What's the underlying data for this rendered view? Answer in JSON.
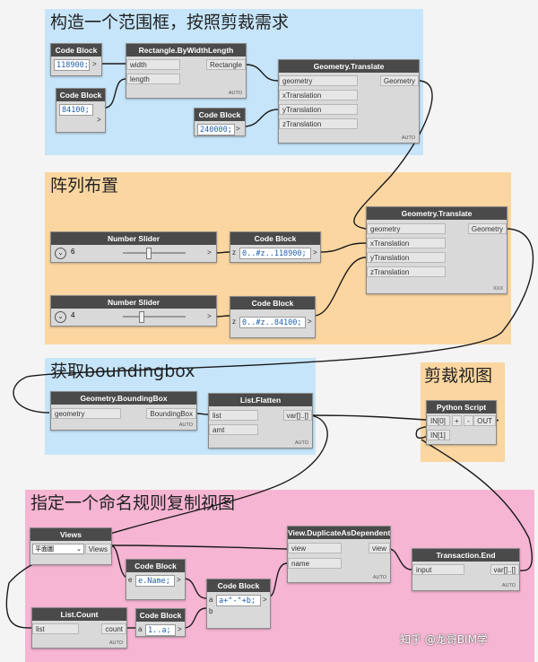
{
  "groups": {
    "g1": "构造一个范围框，按照剪裁需求",
    "g2": "阵列布置",
    "g3": "获取boundingbox",
    "g4": "剪裁视图",
    "g5": "指定一个命名规则复制视图"
  },
  "colors": {
    "blue": "#c6e5fa",
    "orange": "#fbd6a1",
    "pink": "#f6b5d3",
    "header": "#4a4a4a",
    "code": "#1f5fae"
  },
  "nodes": {
    "cb1": {
      "title": "Code Block",
      "code": "118900;"
    },
    "cb2": {
      "title": "Code Block",
      "code": "84100;"
    },
    "rect": {
      "title": "Rectangle.ByWidthLength",
      "in1": "width",
      "in2": "length",
      "out": "Rectangle",
      "badge": "AUTO"
    },
    "cb3": {
      "title": "Code Block",
      "code": "240000;"
    },
    "gt1": {
      "title": "Geometry.Translate",
      "in1": "geometry",
      "in2": "xTranslation",
      "in3": "yTranslation",
      "in4": "zTranslation",
      "out": "Geometry",
      "badge": "AUTO"
    },
    "ns1": {
      "title": "Number Slider",
      "value": "6"
    },
    "cb4": {
      "title": "Code Block",
      "code": "0..#z..118900;",
      "port": "z"
    },
    "ns2": {
      "title": "Number Slider",
      "value": "4"
    },
    "cb5": {
      "title": "Code Block",
      "code": "0..#z..84100;",
      "port": "z"
    },
    "gt2": {
      "title": "Geometry.Translate",
      "in1": "geometry",
      "in2": "xTranslation",
      "in3": "yTranslation",
      "in4": "zTranslation",
      "out": "Geometry",
      "badge": "XXX"
    },
    "bb": {
      "title": "Geometry.BoundingBox",
      "in1": "geometry",
      "out": "BoundingBox",
      "badge": "AUTO"
    },
    "lf": {
      "title": "List.Flatten",
      "in1": "list",
      "in2": "amt",
      "out": "var[]..[]",
      "badge": "AUTO"
    },
    "py": {
      "title": "Python Script",
      "in1": "IN[0]",
      "plus": "+",
      "minus": "-",
      "in2": "IN[1]",
      "out": "OUT"
    },
    "views": {
      "title": "Views",
      "selected": "平面圖",
      "out": "Views"
    },
    "cb6": {
      "title": "Code Block",
      "code": "e.Name;",
      "port": "e"
    },
    "vd": {
      "title": "View.DuplicateAsDependent",
      "in1": "view",
      "in2": "name",
      "out": "view",
      "badge": "AUTO"
    },
    "cb7": {
      "title": "Code Block",
      "code": "a+\"-\"+b;",
      "port1": "a",
      "port2": "b"
    },
    "te": {
      "title": "Transaction.End",
      "in1": "input",
      "out": "var[]..[]",
      "badge": "AUTO"
    },
    "lc": {
      "title": "List.Count",
      "in1": "list",
      "out": "count",
      "badge": "AUTO"
    },
    "cb8": {
      "title": "Code Block",
      "code": "1..a;",
      "port": "a"
    }
  },
  "watermark": "知乎 @龙哥BIM学"
}
